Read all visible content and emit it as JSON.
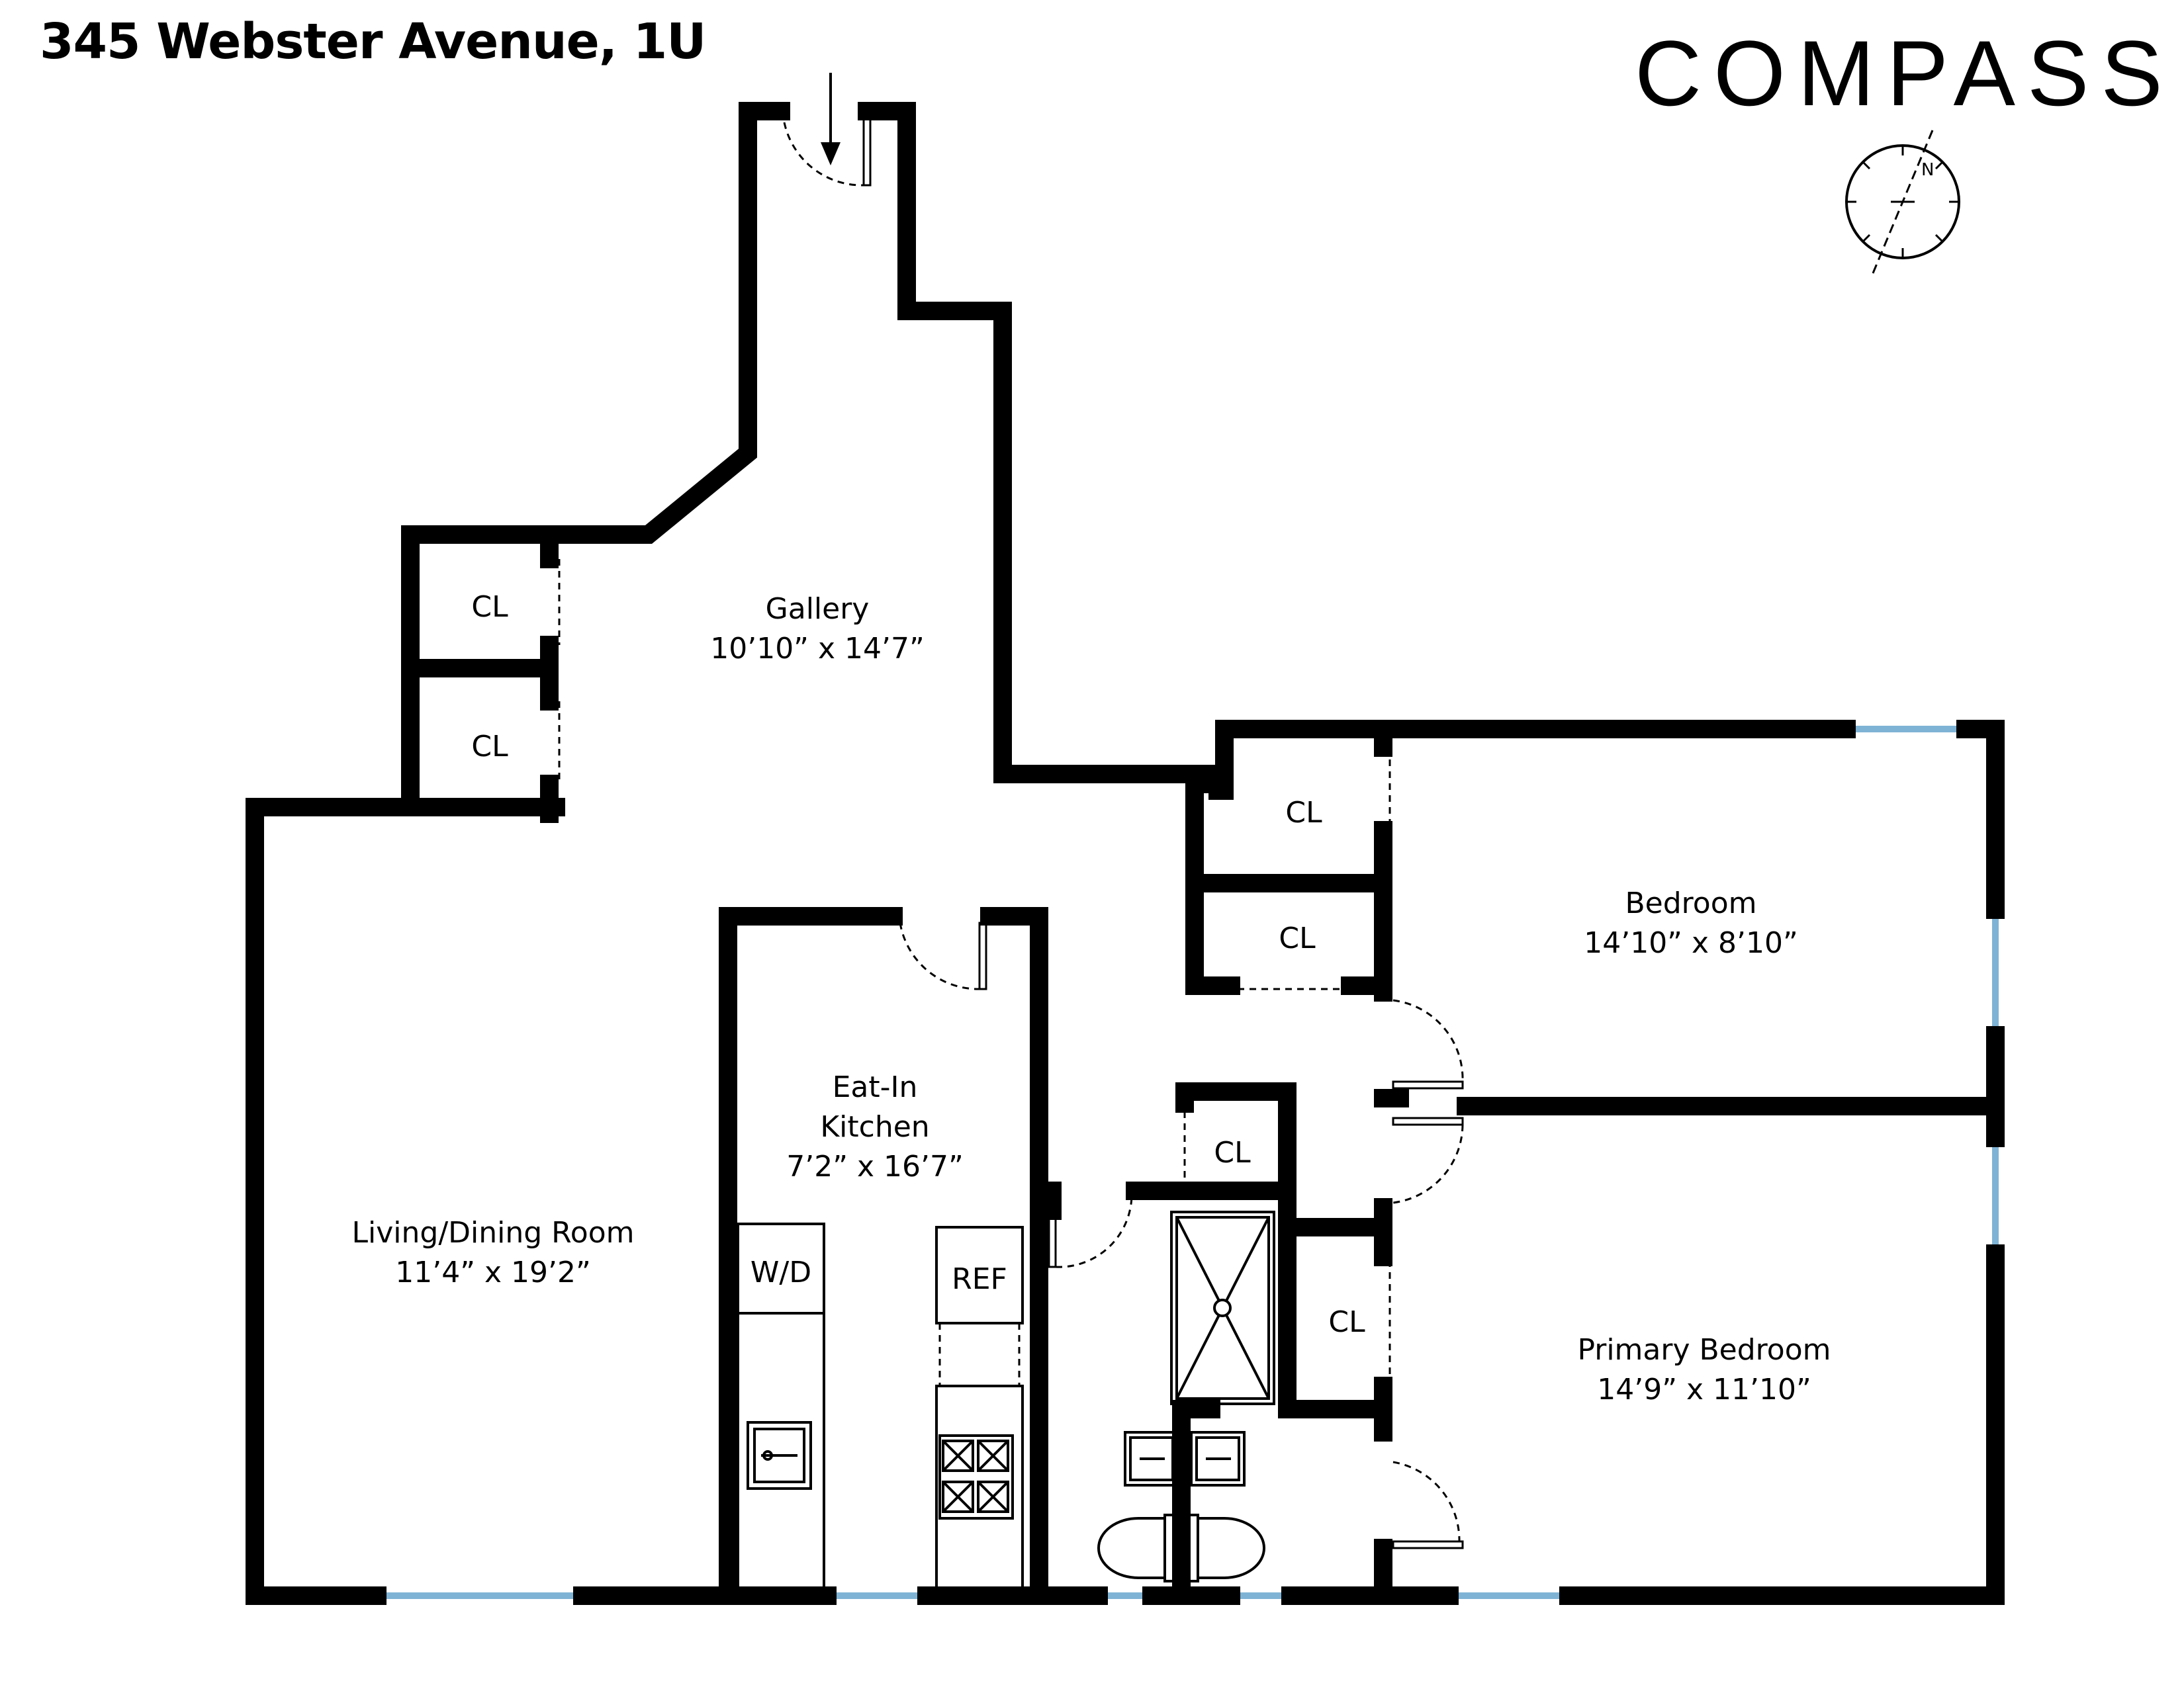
{
  "header": {
    "title": "345 Webster Avenue, 1U",
    "brand": "COMPASS"
  },
  "compass": {
    "north_label": "N"
  },
  "rooms": {
    "gallery": {
      "name": "Gallery",
      "dims": "10’10” x 14’7”"
    },
    "living": {
      "name": "Living/Dining Room",
      "dims": "11’4” x 19’2”"
    },
    "kitchen": {
      "name_line1": "Eat-In",
      "name_line2": "Kitchen",
      "dims": "7’2” x 16’7”"
    },
    "bedroom": {
      "name": "Bedroom",
      "dims": "14’10” x 8’10”"
    },
    "primary": {
      "name": "Primary Bedroom",
      "dims": "14’9” x 11’10”"
    }
  },
  "closets": [
    "CL",
    "CL",
    "CL",
    "CL",
    "CL",
    "CL"
  ],
  "appliances": {
    "washer_dryer": "W/D",
    "refrigerator": "REF"
  },
  "colors": {
    "wall": "#000000",
    "window": "#7fb3d5"
  }
}
